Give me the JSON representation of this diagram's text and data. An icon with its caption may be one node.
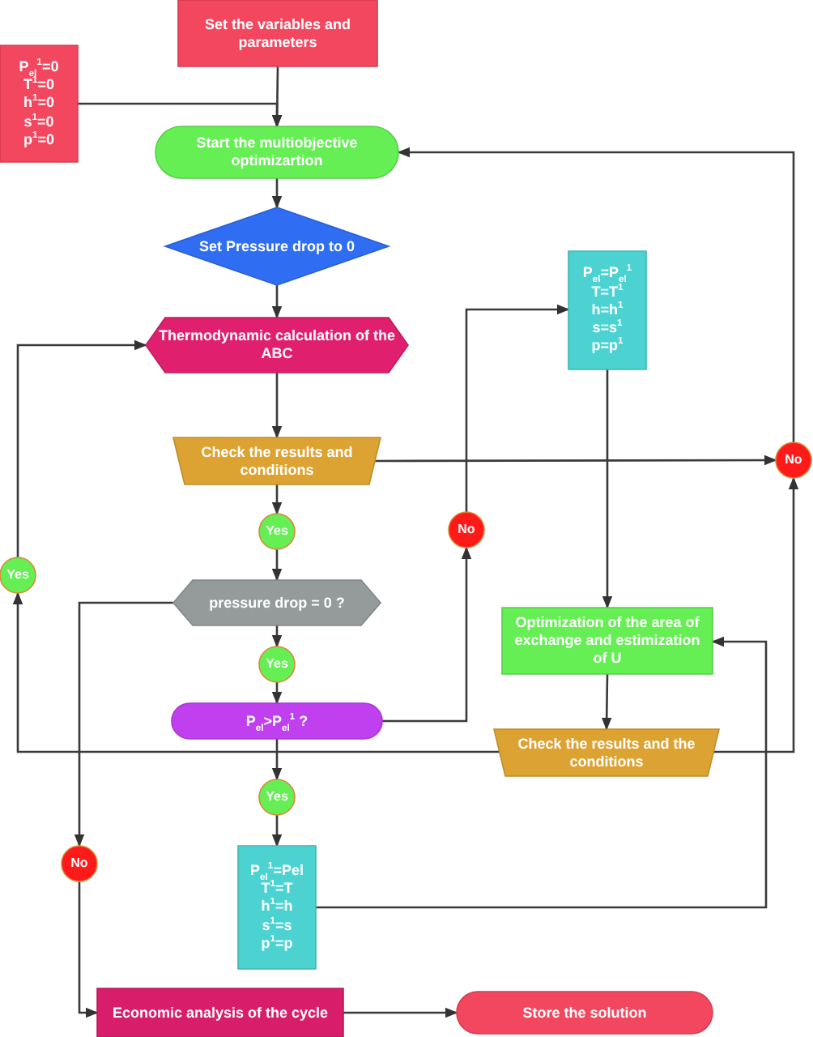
{
  "diagram": {
    "nodes": [
      {
        "text": [
          "Set the variables and parameters"
        ]
      },
      {
        "text": [
          "P$_{el}$$^{1}$=0 T$^{1}$=0 h$^{1}$=0 s$^{1}$=0 p$^{1}$=0"
        ]
      },
      {
        "text": [
          "Start the multiobjective optimizartion"
        ]
      },
      {
        "text": [
          "Set Pressure drop to 0"
        ]
      },
      {
        "text": [
          "Thermodynamic calculation of the ABC"
        ]
      },
      {
        "text": [
          "Check the results and conditions"
        ]
      },
      {
        "text": [
          "Yes"
        ]
      },
      {
        "text": [
          "P$_{el}$=P$_{el}$$^{1}$ T=T$^{1}$ h=h$^{1}$ s=s$^{1}$ p=p$^{1}$"
        ]
      },
      {
        "text": [
          "No"
        ]
      },
      {
        "text": [
          "No"
        ]
      },
      {
        "text": [
          "Yes"
        ]
      },
      {
        "text": [
          "pressure drop = 0 ?"
        ]
      },
      {
        "text": [
          "Yes"
        ]
      },
      {
        "text": [
          "Optimization of the area of exchange and estimization of U"
        ]
      },
      {
        "text": [
          "P$_{el}$>P$_{el}$$^{1}$ ?"
        ]
      },
      {
        "text": [
          "Check the results and the conditions"
        ]
      },
      {
        "text": [
          "Yes"
        ]
      },
      {
        "text": [
          "No"
        ]
      },
      {
        "text": [
          "P$_{el}$$^{1}$=Pel T$^{1}$=T h$^{1}$=h s$^{1}$=s p$^{1}$=p"
        ]
      },
      {
        "text": [
          "Economic analysis of the cycle"
        ]
      },
      {
        "text": [
          "Store the solution"
        ]
      }
    ],
    "edges": [
      {
        "from": 0,
        "to": 2,
        "arrow": "to"
      },
      {
        "from": 1,
        "to": 2,
        "arrow": "to"
      },
      {
        "from": 2,
        "to": 3,
        "arrow": "to"
      },
      {
        "from": 3,
        "to": 4,
        "arrow": "to"
      },
      {
        "from": 4,
        "to": 5,
        "arrow": "to"
      },
      {
        "from": 5,
        "to": 9,
        "arrow": "to"
      },
      {
        "from": 9,
        "to": 2,
        "arrow": "to"
      },
      {
        "from": 5,
        "to": 6,
        "arrow": "to"
      },
      {
        "from": 6,
        "to": 11,
        "arrow": "to"
      },
      {
        "from": 11,
        "to": 12,
        "arrow": "to"
      },
      {
        "from": 12,
        "to": 14,
        "arrow": "to"
      },
      {
        "from": 11,
        "to": 17,
        "arrow": "to"
      },
      {
        "from": 17,
        "to": 19,
        "arrow": "to"
      },
      {
        "from": 14,
        "to": 8,
        "arrow": "to"
      },
      {
        "from": 8,
        "to": 7,
        "arrow": "to"
      },
      {
        "from": 7,
        "to": 13,
        "arrow": "to"
      },
      {
        "from": 13,
        "to": 15,
        "arrow": "to"
      },
      {
        "from": 15,
        "to": 10,
        "arrow": "to"
      },
      {
        "from": 10,
        "to": 4,
        "arrow": "to"
      },
      {
        "from": 15,
        "to": 9,
        "arrow": "to"
      },
      {
        "from": 14,
        "to": 16,
        "arrow": "to"
      },
      {
        "from": 16,
        "to": 18,
        "arrow": "to"
      },
      {
        "from": 18,
        "to": 13,
        "arrow": "to"
      },
      {
        "from": 19,
        "to": 20,
        "arrow": "to"
      }
    ]
  }
}
